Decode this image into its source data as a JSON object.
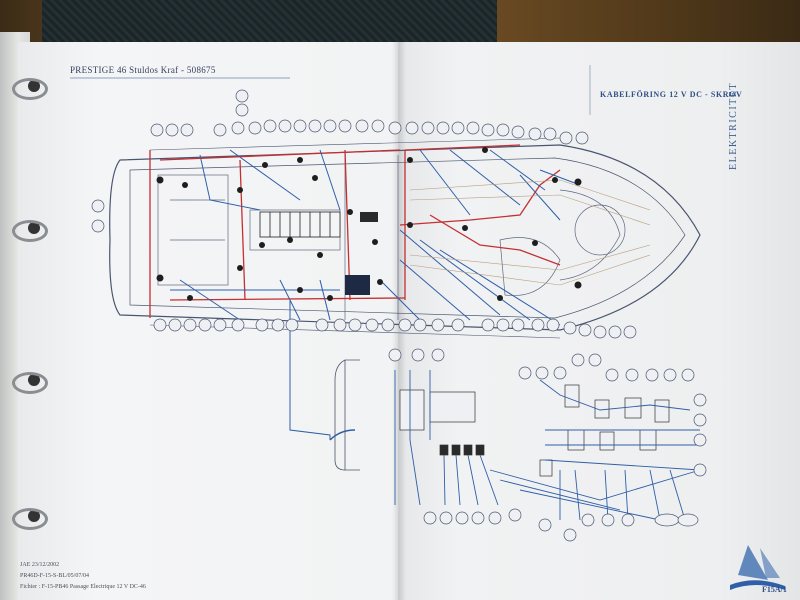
{
  "header": {
    "left_title": "PRESTIGE 46 Stuldos Kraf - 508675",
    "right_title": "KABELFÖRING 12 V DC - SKROV",
    "side_label": "ELEKTRICITET"
  },
  "footer": {
    "line1": "JAE 23/12/2002",
    "line2": "PR46D-F-15-S-BL/05/07/04",
    "line3": "Fichier : F-15-PB46 Passage Electrique 12 V DC-46",
    "page": "F15A/1"
  },
  "colors": {
    "wire_blue": "#2f5fa8",
    "wire_red": "#c42f33",
    "hull_line": "#4a5670",
    "paper": "#f2f3f4"
  }
}
